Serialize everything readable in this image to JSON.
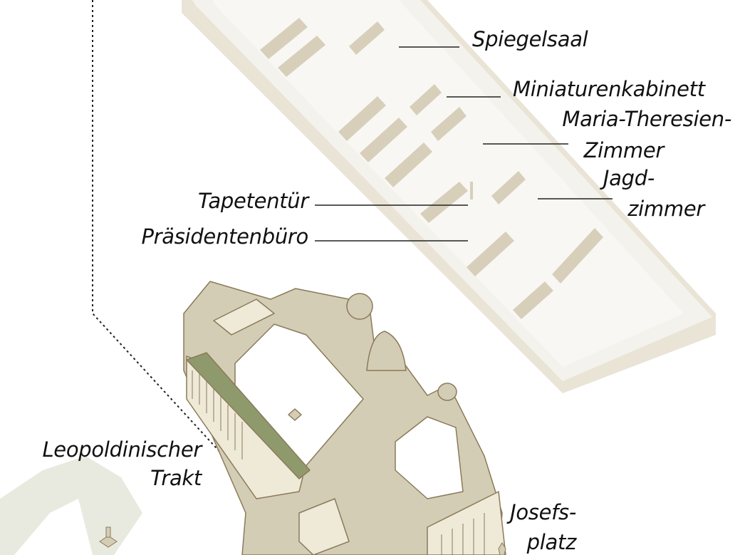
{
  "labels": {
    "spiegelsaal": "Spiegelsaal",
    "miniaturenkabinett": "Miniaturenkabinett",
    "maria_theresien_1": "Maria-Theresien-",
    "maria_theresien_2": "Zimmer",
    "jagd_1": "Jagd-",
    "jagd_2": "zimmer",
    "tapetentuer": "Tapetentür",
    "praesidentenbuero": "Präsidentenbüro",
    "leopoldinischer_1": "Leopoldinischer",
    "leopoldinischer_2": "Trakt",
    "josefsplatz_1": "Josefs-",
    "josefsplatz_2": "platz"
  },
  "colors": {
    "floor": "#f4f2ec",
    "floor_edge": "#e9e4d6",
    "walls": "#d8cfbb",
    "building": "#d4cdb5",
    "building_stroke": "#8a7a5a",
    "facade": "#efe9d8",
    "highlight_wing": "#8f9a6c",
    "square": "#e8eadf"
  }
}
